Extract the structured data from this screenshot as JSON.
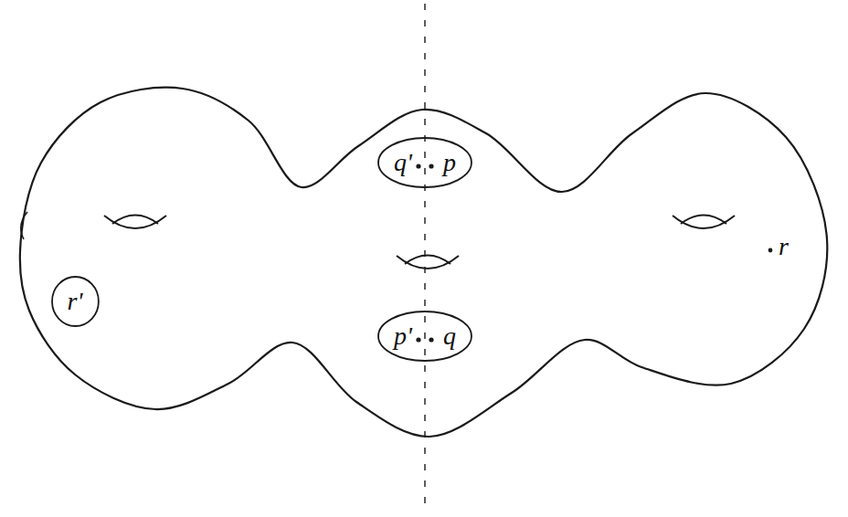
{
  "diagram": {
    "nodes": [
      {
        "text": [
          "q'",
          "p"
        ]
      },
      {
        "text": [
          "p'",
          "q"
        ]
      },
      {
        "text": [
          "r'"
        ]
      }
    ],
    "labels": [
      "r"
    ]
  }
}
